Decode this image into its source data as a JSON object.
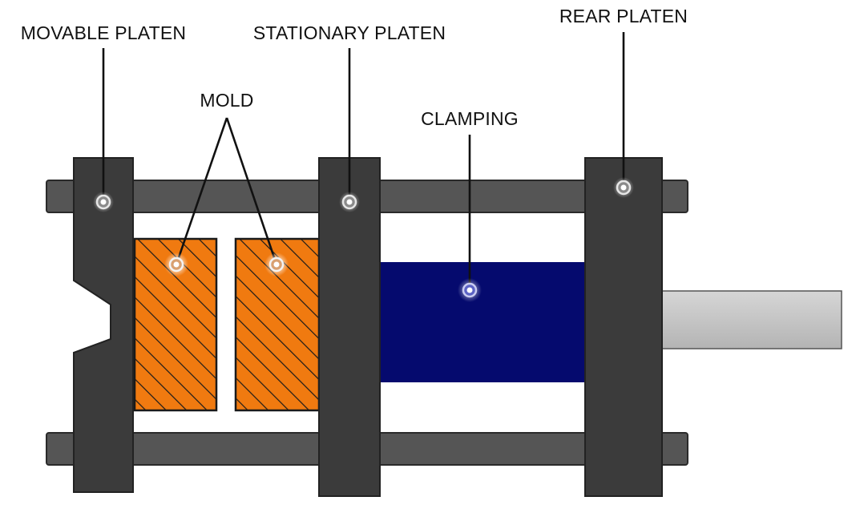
{
  "labels": {
    "movable_platen": "MOVABLE PLATEN",
    "stationary_platen": "STATIONARY PLATEN",
    "rear_platen": "REAR PLATEN",
    "mold": "MOLD",
    "clamping": "CLAMPING"
  },
  "colors": {
    "background": "#ffffff",
    "platen": "#3b3b3b",
    "tie_bar": "#555555",
    "mold": "#f07a10",
    "mold_hatch": "#1a1a1a",
    "clamping": "#050a6e",
    "piston_rod": "#c4c4c4",
    "leader_line": "#111111",
    "marker": "#e6e6e6"
  },
  "components": [
    "movable-platen",
    "stationary-platen",
    "rear-platen",
    "mold-half-left",
    "mold-half-right",
    "clamping-unit",
    "tie-bar-top",
    "tie-bar-bottom",
    "piston-rod"
  ]
}
